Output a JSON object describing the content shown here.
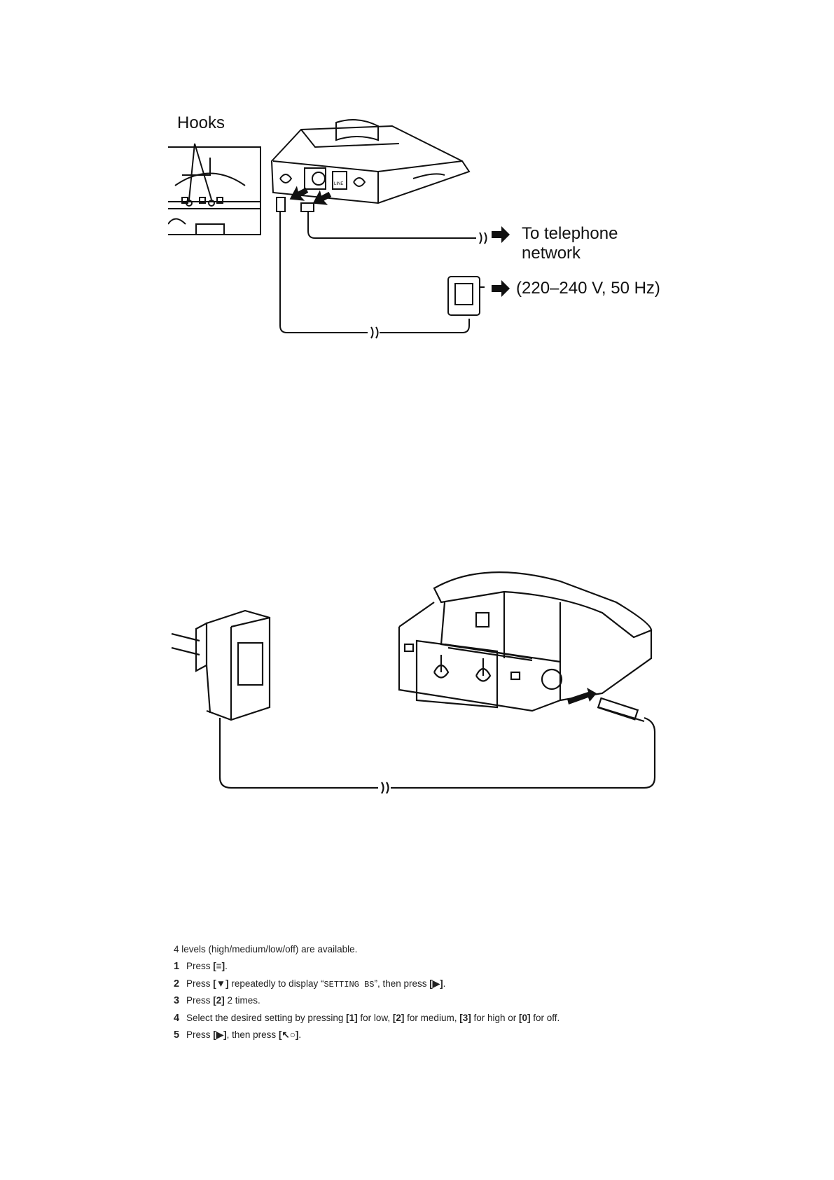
{
  "figure1": {
    "hooks_label": "Hooks",
    "telephone_label_line1": "To telephone",
    "telephone_label_line2": "network",
    "power_label": "(220–240 V, 50 Hz)",
    "jack_label": "LINE"
  },
  "instructions": {
    "intro": "4 levels (high/medium/low/off) are available.",
    "steps": [
      {
        "num": "1",
        "parts": [
          "Press ",
          "[",
          "≡",
          "]",
          "."
        ]
      },
      {
        "num": "2",
        "pre": "Press ",
        "key1": "[▼]",
        "mid1": " repeatedly to display “",
        "display": "SETTING BS",
        "mid2": "”, then press ",
        "key2": "[▶]",
        "end": "."
      },
      {
        "num": "3",
        "pre": "Press ",
        "key1": "[2]",
        "end": " 2 times."
      },
      {
        "num": "4",
        "pre": "Select the desired setting by pressing ",
        "k1": "[1]",
        "t1": " for low, ",
        "k2": "[2]",
        "t2": " for medium, ",
        "k3": "[3]",
        "t3": " for high or ",
        "k4": "[0]",
        "t4": " for off."
      },
      {
        "num": "5",
        "pre": "Press ",
        "key1": "[▶]",
        "mid1": ", then press ",
        "key2": "[↖○]",
        "end": "."
      }
    ]
  },
  "icons": [
    "arrow-right-icon",
    "menu-key-icon",
    "phone-off-icon"
  ]
}
